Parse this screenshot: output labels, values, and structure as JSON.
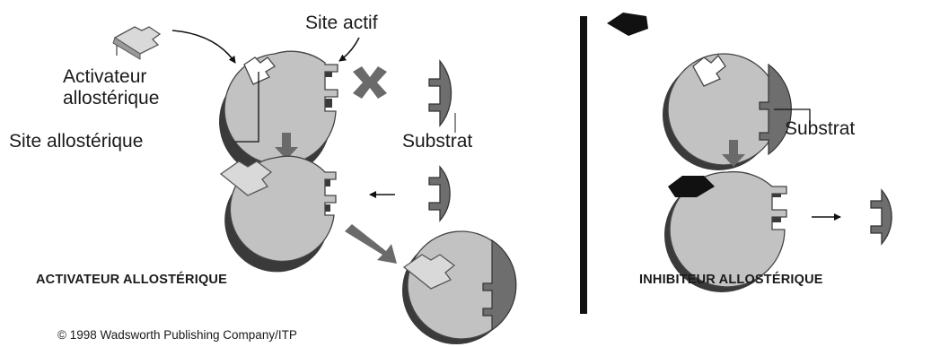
{
  "labels": {
    "site_actif": "Site actif",
    "activateur_line1": "Activateur",
    "activateur_line2": "allostérique",
    "site_allosterique": "Site allostérique",
    "substrat_left": "Substrat",
    "substrat_right": "Substrat"
  },
  "captions": {
    "left": "ACTIVATEUR ALLOSTÉRIQUE",
    "right": "INHIBITEUR ALLOSTÉRIQUE"
  },
  "copyright": "© 1998 Wadsworth Publishing Company/ITP",
  "colors": {
    "enzyme_fill": "#c2c2c2",
    "enzyme_shadow": "#3a3a3a",
    "substrate_fill": "#6e6e6e",
    "activator_fill": "#d9d9d9",
    "inhibitor_fill": "#111111",
    "arrow_fill": "#6a6a6a",
    "x_mark": "#6a6a6a"
  }
}
